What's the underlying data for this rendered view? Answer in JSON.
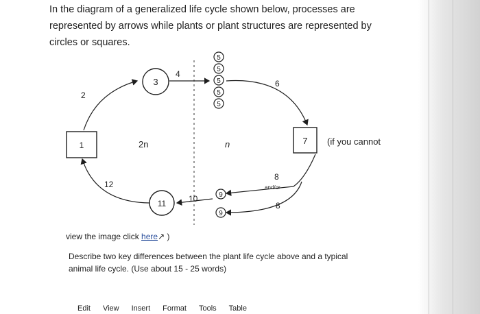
{
  "intro": {
    "line1": "In the diagram of a generalized life cycle shown below, processes are",
    "line2": "represented by arrows while plants or plant structures are represented by",
    "line3": "circles or squares."
  },
  "diagram": {
    "structures": [
      "1",
      "3",
      "7",
      "11"
    ],
    "processes": [
      "2",
      "4",
      "6",
      "8",
      "8",
      "10",
      "12"
    ],
    "ploidy_left": "2n",
    "ploidy_right": "n",
    "spore_label": "5",
    "gamete_label": "9",
    "and_or": "and/or",
    "side_note": "(if you cannot"
  },
  "view_image": {
    "before": "view the image click ",
    "link": "here",
    "after": " )"
  },
  "question": {
    "line1": "Describe two key differences between the plant life cycle above and a typical",
    "line2": "animal life cycle. (Use about 15 - 25 words)"
  },
  "menu": [
    "Edit",
    "View",
    "Insert",
    "Format",
    "Tools",
    "Table"
  ]
}
